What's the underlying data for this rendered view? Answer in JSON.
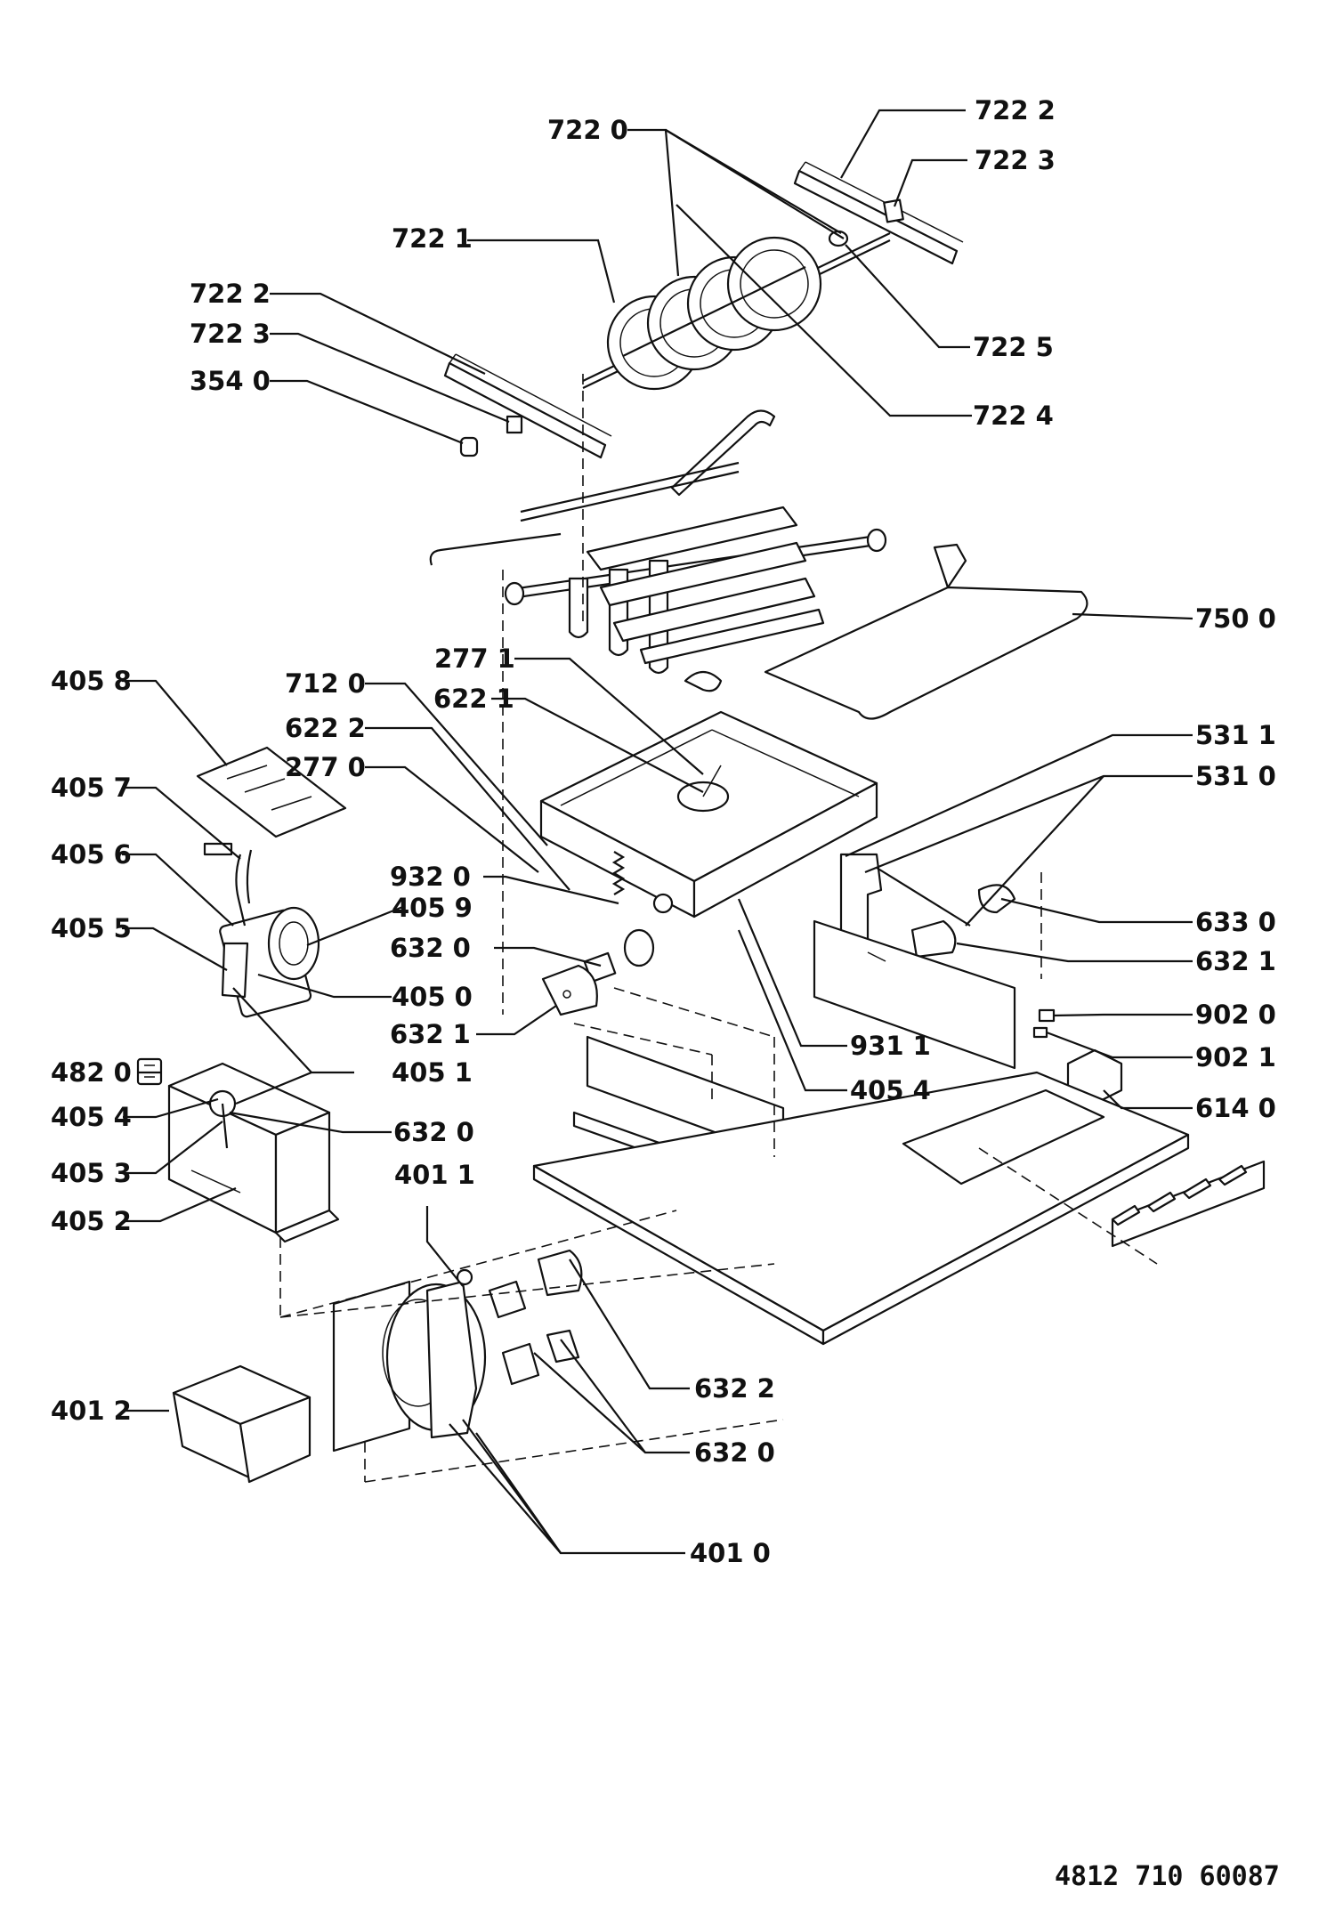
{
  "document_number": "4812 710 60087",
  "labels": {
    "l7222a": "722 2",
    "l7223a": "722 3",
    "l7220": "722 0",
    "l7221": "722 1",
    "l7222b": "722 2",
    "l7223b": "722 3",
    "l7225": "722 5",
    "l3540": "354 0",
    "l7224": "722 4",
    "l7500": "750 0",
    "l2771": "277 1",
    "l4058": "405 8",
    "l7120": "712 0",
    "l6221": "622 1",
    "l6222": "622 2",
    "l5311": "531 1",
    "l2770": "277 0",
    "l5310": "531 0",
    "l4057": "405 7",
    "l4056": "405 6",
    "l9320": "932 0",
    "l4059": "405 9",
    "l4055": "405 5",
    "l6330": "633 0",
    "l6320a": "632 0",
    "l6321a": "632 1",
    "l4050": "405 0",
    "l9020": "902 0",
    "l6321b": "632 1",
    "l9311": "931 1",
    "l9021": "902 1",
    "l4820": "482 0",
    "l4051": "405 1",
    "l4054b": "405 4",
    "l6140": "614 0",
    "l4054a": "405 4",
    "l6320b": "632 0",
    "l4053": "405 3",
    "l4011": "401 1",
    "l4052": "405 2",
    "l4012": "401 2",
    "l6322": "632 2",
    "l6320c": "632 0",
    "l4010": "401 0"
  }
}
